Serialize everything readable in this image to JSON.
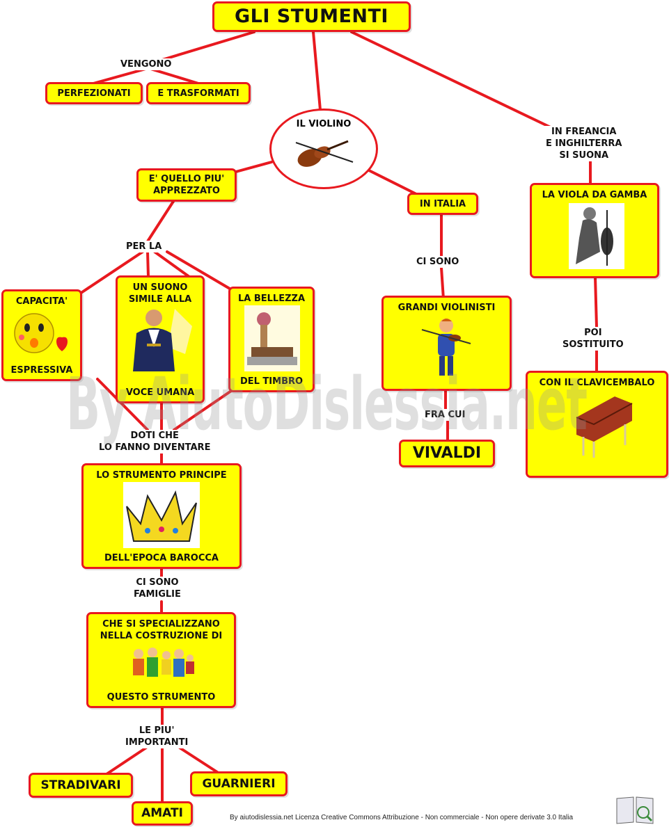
{
  "title": "GLI STUMENTI",
  "nodes": {
    "perfezionati": "PERFEZIONATI",
    "trasformati": "E TRASFORMATI",
    "violino": "IL VIOLINO",
    "apprezzato": "E' QUELLO PIU' APPREZZATO",
    "capacita_top": "CAPACITA'",
    "capacita_bottom": "ESPRESSIVA",
    "suono_top": "UN SUONO SIMILE ALLA",
    "suono_bottom": "VOCE UMANA",
    "bellezza_top": "LA BELLEZZA",
    "bellezza_bottom": "DEL TIMBRO",
    "italia": "IN ITALIA",
    "violinisti": "GRANDI VIOLINISTI",
    "vivaldi": "VIVALDI",
    "viola": "LA VIOLA DA GAMBA",
    "clavicembalo": "CON IL CLAVICEMBALO",
    "principe_top": "LO STRUMENTO PRINCIPE",
    "principe_bottom": "DELL'EPOCA BAROCCA",
    "specializzano_top": "CHE SI SPECIALIZZANO NELLA COSTRUZIONE DI",
    "specializzano_bottom": "QUESTO STRUMENTO",
    "stradivari": "STRADIVARI",
    "amati": "AMATI",
    "guarnieri": "GUARNIERI"
  },
  "links": {
    "vengono": "VENGONO",
    "per_la": "PER LA",
    "ci_sono": "CI SONO",
    "fra_cui": "FRA CUI",
    "in_francia_1": "IN FREANCIA",
    "in_francia_2": "E INGHILTERRA",
    "in_francia_3": "SI SUONA",
    "poi_1": "POI",
    "poi_2": "SOSTITUITO",
    "doti_1": "DOTI CHE",
    "doti_2": "LO FANNO DIVENTARE",
    "famiglie_1": "CI SONO",
    "famiglie_2": "FAMIGLIE",
    "importanti_1": "LE PIU'",
    "importanti_2": "IMPORTANTI"
  },
  "watermark": "By AiutoDislessia.net",
  "footer": "By aiutodislessia.net Licenza Creative Commons Attribuzione - Non commerciale - Non opere derivate 3.0 Italia",
  "colors": {
    "node_fill": "#ffff00",
    "border": "#e8191f",
    "line": "#e8191f"
  },
  "icons": [
    "violin-icon",
    "smiley-heart-icon",
    "singer-icon",
    "stamp-icon",
    "violinist-icon",
    "viola-da-gamba-icon",
    "harpsichord-icon",
    "crown-icon",
    "family-icon",
    "book-logo-icon"
  ]
}
